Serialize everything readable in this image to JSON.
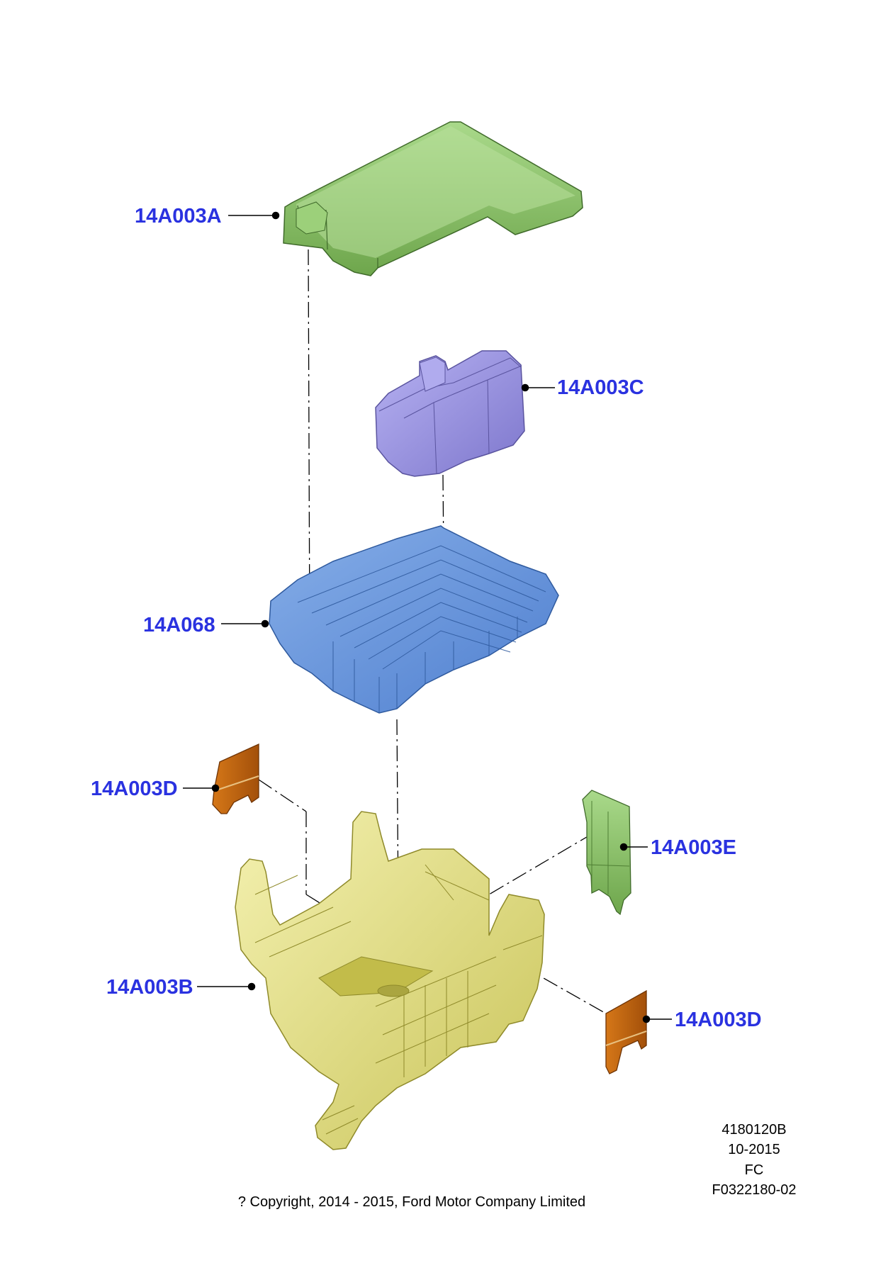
{
  "colors": {
    "callout": "#2a32e0",
    "cover_green": "#8dc46a",
    "cover_violet": "#9b95e6",
    "fusebox_blue": "#6a96db",
    "bracket_yellow": "#e8e48c",
    "shield_orange": "#c0600c"
  },
  "callouts": {
    "c1": "14A003A",
    "c2": "14A003C",
    "c3": "14A068",
    "c4": "14A003D",
    "c5": "14A003E",
    "c6": "14A003B",
    "c7": "14A003D"
  },
  "footer": {
    "code1": "4180120B",
    "code2": "10-2015",
    "code3": "FC",
    "code4": "F0322180-02",
    "copyright": "? Copyright, 2014 - 2015, Ford Motor Company Limited"
  }
}
